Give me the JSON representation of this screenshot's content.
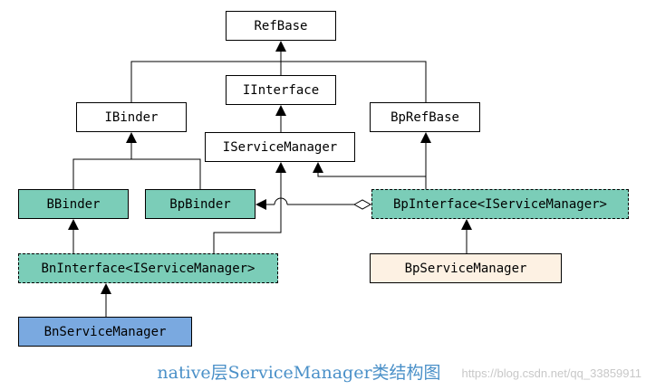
{
  "colors": {
    "white": "#ffffff",
    "teal": "#7bcdb8",
    "peach": "#fdf1e3",
    "blue": "#7aa9e0",
    "caption": "#4a90c8",
    "watermark": "#c8c8c8",
    "line": "#000000"
  },
  "nodes": {
    "refbase": "RefBase",
    "iinterface": "IInterface",
    "ibinder": "IBinder",
    "bprefbase": "BpRefBase",
    "iservicemanager": "IServiceManager",
    "bbinder": "BBinder",
    "bpbinder": "BpBinder",
    "bpinterface": "BpInterface<IServiceManager>",
    "bninterface": "BnInterface<IServiceManager>",
    "bpservicemanager": "BpServiceManager",
    "bnservicemanager": "BnServiceManager"
  },
  "caption": "native层ServiceManager类结构图",
  "watermark": "https://blog.csdn.net/qq_33859911"
}
